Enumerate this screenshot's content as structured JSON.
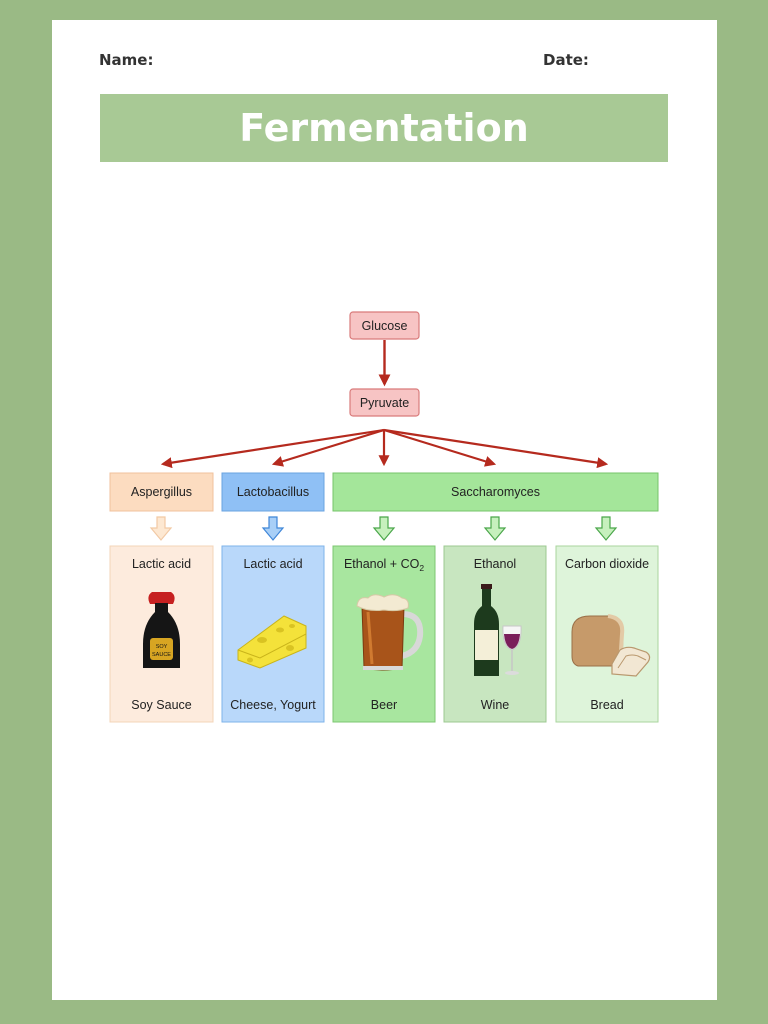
{
  "header": {
    "name_label": "Name:",
    "date_label": "Date:",
    "title": "Fermentation"
  },
  "diagram": {
    "source": "Glucose",
    "intermediate": "Pyruvate",
    "organisms": {
      "aspergillus": "Aspergillus",
      "lactobacillus": "Lactobacillus",
      "saccharomyces": "Saccharomyces"
    },
    "products": [
      {
        "product": "Lactic acid",
        "food": "Soy Sauce",
        "icon": "soy-sauce-icon"
      },
      {
        "product": "Lactic acid",
        "food": "Cheese, Yogurt",
        "icon": "cheese-icon"
      },
      {
        "product": "Ethanol + CO",
        "product_sub": "2",
        "food": "Beer",
        "icon": "beer-mug-icon"
      },
      {
        "product": "Ethanol",
        "food": "Wine",
        "icon": "wine-bottle-icon"
      },
      {
        "product": "Carbon dioxide",
        "food": "Bread",
        "icon": "bread-loaf-icon"
      }
    ],
    "colors": {
      "sheet_border": "#9aba85",
      "banner": "#a8c995",
      "glucose_fill": "#f7c4c4",
      "arrow_red": "#b52a1e",
      "aspergillus": "#fcdcc0",
      "lactobacillus": "#8fc0f5",
      "saccharomyces": "#a4e69a"
    }
  }
}
